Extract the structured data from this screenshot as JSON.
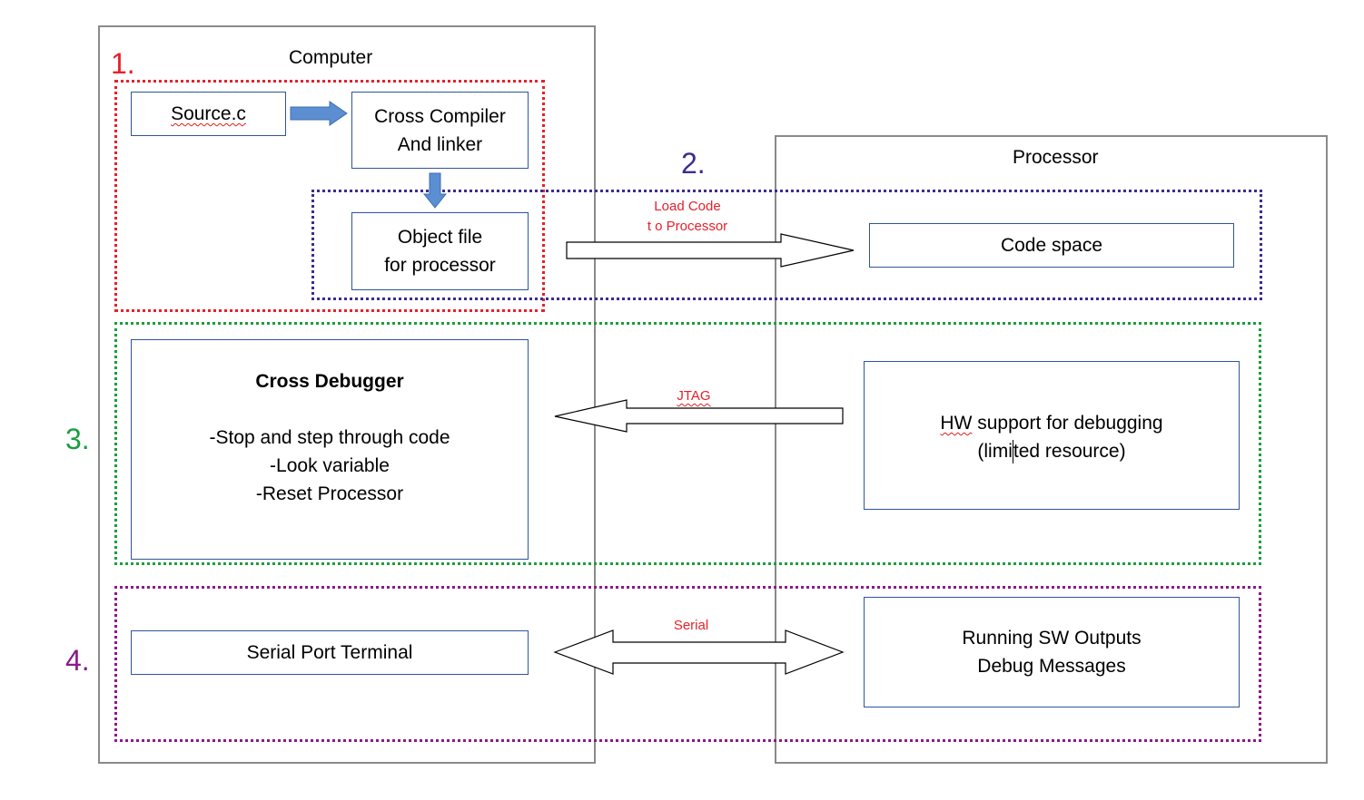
{
  "computer": {
    "title": "Computer"
  },
  "processor": {
    "title": "Processor"
  },
  "steps": {
    "s1": "1.",
    "s2": "2.",
    "s3": "3.",
    "s4": "4."
  },
  "colors": {
    "step1": "#e8202a",
    "step2": "#3b2d8f",
    "step3": "#1a9e3f",
    "step4": "#8b1a8b",
    "box_border": "#2f5597",
    "arrow_fill": "#5b8fd1"
  },
  "boxes": {
    "source": "Source.c",
    "compiler": {
      "line1": "Cross Compiler",
      "line2": "And linker"
    },
    "object": {
      "line1": "Object file",
      "line2": "for processor"
    },
    "code_space": "Code space",
    "debugger": {
      "title": "Cross Debugger",
      "items": [
        "-Stop and step through code",
        "-Look variable",
        "-Reset Processor"
      ]
    },
    "hw_support": {
      "line1_a": "HW",
      "line1_b": " support for debugging",
      "line2_a": "(limi",
      "line2_b": "ted resource)"
    },
    "serial_terminal": "Serial Port Terminal",
    "sw_outputs": {
      "line1": "Running SW Outputs",
      "line2": "Debug Messages"
    }
  },
  "links": {
    "load": {
      "line1": "Load Code",
      "line2": "t o Processor"
    },
    "jtag": "JTAG",
    "serial": "Serial"
  }
}
